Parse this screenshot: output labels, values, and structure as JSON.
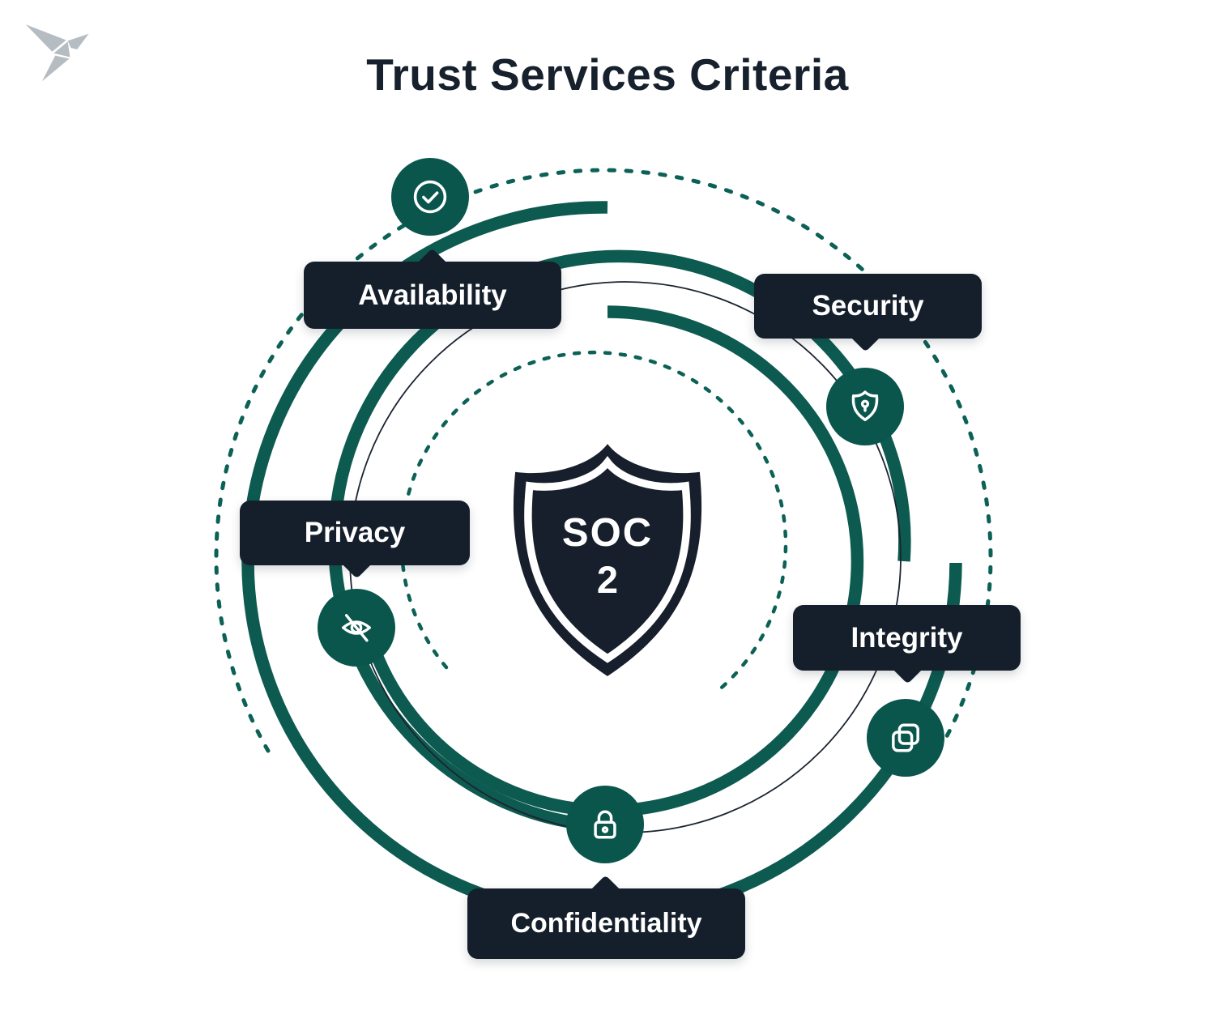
{
  "title": "Trust Services Criteria",
  "logo": {
    "name": "origami-bird-logo",
    "color": "#b6bdc2"
  },
  "center": {
    "shape": "shield-badge",
    "line1": "SOC",
    "line2": "2"
  },
  "criteria": [
    {
      "id": "availability",
      "label": "Availability",
      "icon": "check-circle-icon"
    },
    {
      "id": "security",
      "label": "Security",
      "icon": "shield-keyhole-icon"
    },
    {
      "id": "privacy",
      "label": "Privacy",
      "icon": "eye-off-icon"
    },
    {
      "id": "integrity",
      "label": "Integrity",
      "icon": "copy-squares-icon"
    },
    {
      "id": "confidentiality",
      "label": "Confidentiality",
      "icon": "padlock-icon"
    }
  ],
  "colors": {
    "teal_ring": "#0d5a50",
    "teal_dotted": "#0c6156",
    "teal_icon_circle": "#0a564c",
    "navy_badge": "#151f2b",
    "navy_shield": "#161f2b",
    "title_text": "#17212d",
    "thin_line": "#1b2430",
    "background": "#ffffff"
  }
}
